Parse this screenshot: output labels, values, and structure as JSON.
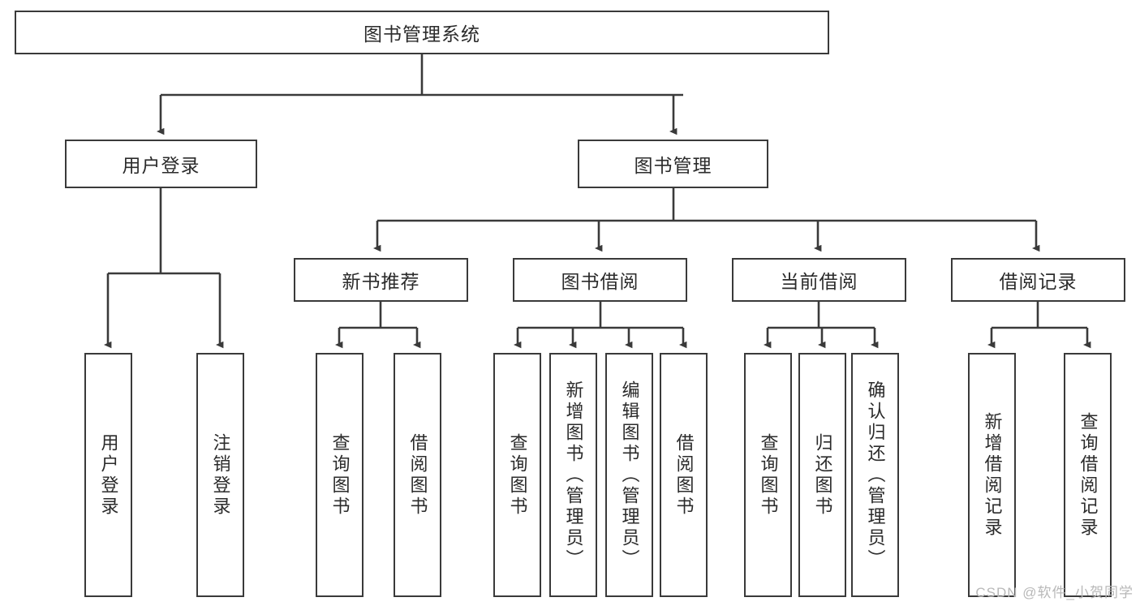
{
  "diagram": {
    "type": "tree-hierarchy-chart",
    "title": "图书管理系统",
    "stroke_color": "#3a3a3a",
    "text_color": "#2b2b2b",
    "background": "#ffffff",
    "root": {
      "label": "图书管理系统"
    },
    "level1": [
      {
        "label": "用户登录"
      },
      {
        "label": "图书管理"
      }
    ],
    "level2": [
      {
        "label": "新书推荐"
      },
      {
        "label": "图书借阅"
      },
      {
        "label": "当前借阅"
      },
      {
        "label": "借阅记录"
      }
    ],
    "leaves": {
      "user_login": [
        {
          "label": "用户登录"
        },
        {
          "label": "注销登录"
        }
      ],
      "new_book_recommend": [
        {
          "label": "查询图书"
        },
        {
          "label": "借阅图书"
        }
      ],
      "book_borrow": [
        {
          "label": "查询图书"
        },
        {
          "label": "新增图书（管理员）"
        },
        {
          "label": "编辑图书（管理员）"
        },
        {
          "label": "借阅图书"
        }
      ],
      "current_borrow": [
        {
          "label": "查询图书"
        },
        {
          "label": "归还图书"
        },
        {
          "label": "确认归还（管理员）"
        }
      ],
      "borrow_record": [
        {
          "label": "新增借阅记录"
        },
        {
          "label": "查询借阅记录"
        }
      ]
    }
  },
  "watermark": {
    "text": "CSDN @软件_小贺同学",
    "color": "#b8b8b8"
  }
}
